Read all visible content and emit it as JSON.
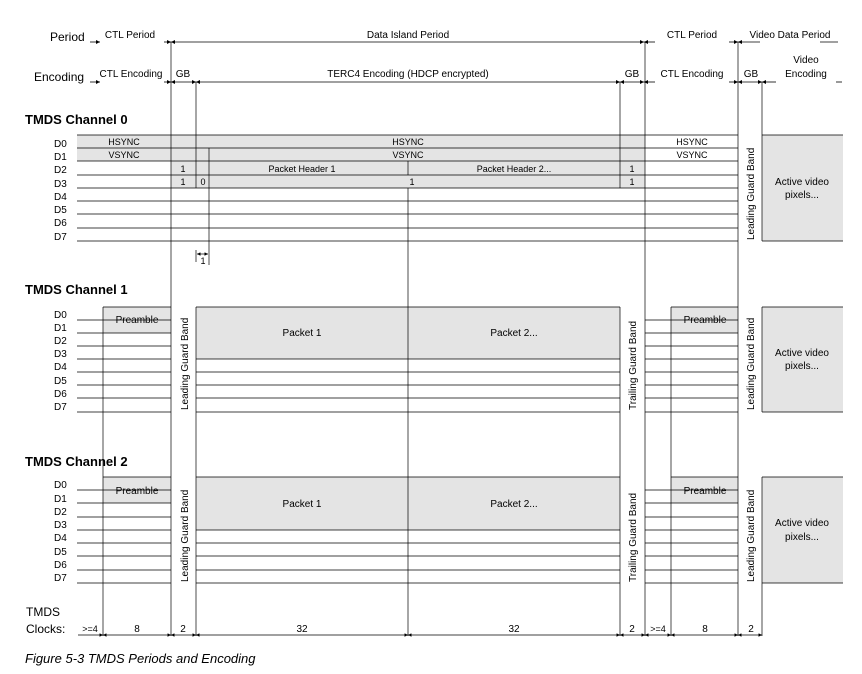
{
  "header": {
    "period_label": "Period",
    "encoding_label": "Encoding",
    "periods": [
      "CTL Period",
      "Data Island Period",
      "CTL Period",
      "Video Data Period"
    ],
    "encodings": [
      "CTL Encoding",
      "GB",
      "TERC4 Encoding (HDCP encrypted)",
      "GB",
      "CTL Encoding",
      "GB",
      "Video",
      "Encoding"
    ]
  },
  "ch0": {
    "title": "TMDS Channel 0",
    "lines": [
      "D0",
      "D1",
      "D2",
      "D3",
      "D4",
      "D5",
      "D6",
      "D7"
    ],
    "hsync": "HSYNC",
    "vsync": "VSYNC",
    "one": "1",
    "zero": "0",
    "packet_header_1": "Packet Header 1",
    "packet_header_2": "Packet Header 2...",
    "leading_guard": "Leading Guard Band",
    "active_video_1": "Active video",
    "active_video_2": "pixels..."
  },
  "ch1": {
    "title": "TMDS Channel 1",
    "lines": [
      "D0",
      "D1",
      "D2",
      "D3",
      "D4",
      "D5",
      "D6",
      "D7"
    ],
    "preamble": "Preamble",
    "packet_1": "Packet 1",
    "packet_2": "Packet 2...",
    "leading_guard": "Leading Guard Band",
    "trailing_guard": "Trailing Guard Band",
    "active_video_1": "Active video",
    "active_video_2": "pixels..."
  },
  "ch2": {
    "title": "TMDS Channel 2",
    "lines": [
      "D0",
      "D1",
      "D2",
      "D3",
      "D4",
      "D5",
      "D6",
      "D7"
    ],
    "preamble": "Preamble",
    "packet_1": "Packet 1",
    "packet_2": "Packet 2...",
    "leading_guard": "Leading Guard Band",
    "trailing_guard": "Trailing Guard Band",
    "active_video_1": "Active video",
    "active_video_2": "pixels..."
  },
  "clocks": {
    "label_1": "TMDS",
    "label_2": "Clocks:",
    "values": [
      ">=4",
      "8",
      "2",
      "32",
      "32",
      "2",
      ">=4",
      "8",
      "2"
    ]
  },
  "caption": "Figure 5-3 TMDS Periods and Encoding"
}
